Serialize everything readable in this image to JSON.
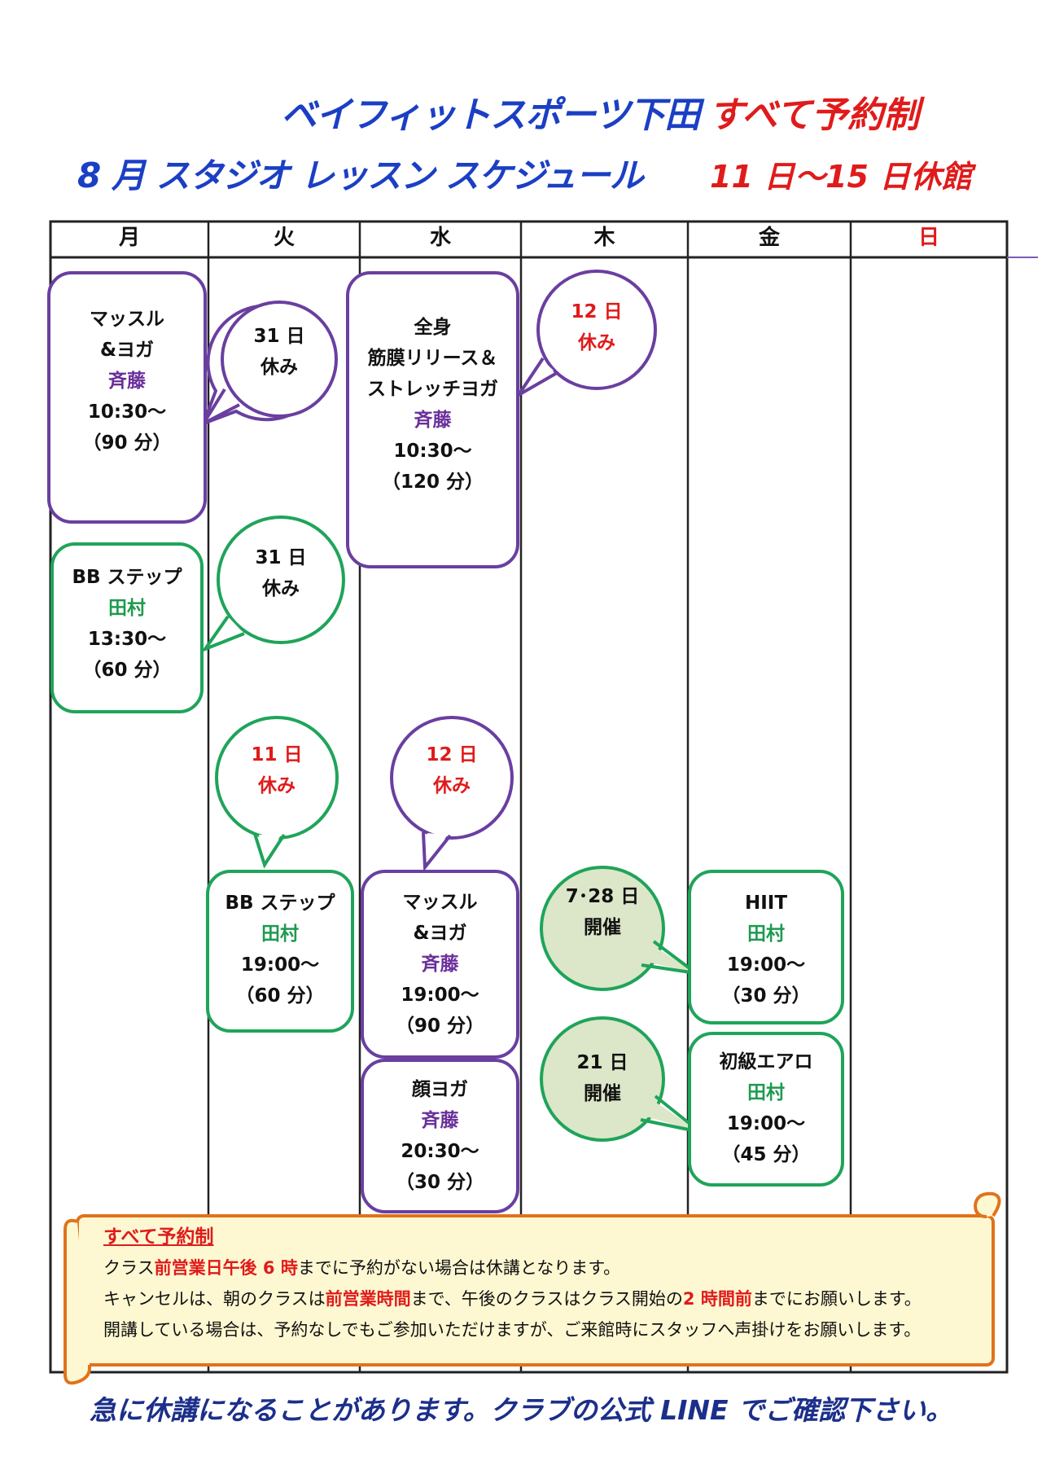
{
  "title": {
    "gym_name": "ベイフィットスポーツ下田",
    "reservation": "すべて予約制",
    "schedule": "8 月  スタジオ  レッスン  スケジュール",
    "closure": "11 日～15 日休館"
  },
  "days": [
    "月",
    "火",
    "水",
    "木",
    "金",
    "日"
  ],
  "colors": {
    "purple": "#6a3fa0",
    "green": "#1fa45a",
    "red": "#e01b1b",
    "blue": "#1b3fc4",
    "bubble_fill": "#dce6c8"
  },
  "lessons": {
    "mon_am": {
      "name1": "マッスル",
      "name2": "&ヨガ",
      "instructor": "斉藤",
      "time": "10:30～",
      "duration": "（90 分）"
    },
    "mon_pm": {
      "name": "BB ステップ",
      "instructor": "田村",
      "time": "13:30～",
      "duration": "（60 分）"
    },
    "wed_am": {
      "name1": "全身",
      "name2": "筋膜リリース＆",
      "name3": "ストレッチヨガ",
      "instructor": "斉藤",
      "time": "10:30～",
      "duration": "（120 分）"
    },
    "tue_eve": {
      "name": "BB ステップ",
      "instructor": "田村",
      "time": "19:00～",
      "duration": "（60 分）"
    },
    "wed_eve": {
      "name1": "マッスル",
      "name2": "&ヨガ",
      "instructor": "斉藤",
      "time": "19:00～",
      "duration": "（90 分）"
    },
    "wed_late": {
      "name": "顔ヨガ",
      "instructor": "斉藤",
      "time": "20:30～",
      "duration": "（30 分）"
    },
    "fri_eve": {
      "name": "HIIT",
      "instructor": "田村",
      "time": "19:00～",
      "duration": "（30 分）"
    },
    "fri_eve2": {
      "name": "初級エアロ",
      "instructor": "田村",
      "time": "19:00～",
      "duration": "（45 分）"
    }
  },
  "bubbles": {
    "b1": {
      "line1": "31 日",
      "line2": "休み"
    },
    "b2": {
      "line1": "12 日",
      "line2": "休み"
    },
    "b3": {
      "line1": "31 日",
      "line2": "休み"
    },
    "b4": {
      "line1": "11 日",
      "line2": "休み"
    },
    "b5": {
      "line1": "12 日",
      "line2": "休み"
    },
    "b6": {
      "line1": "7･28 日",
      "line2": "開催"
    },
    "b7": {
      "line1": "21 日",
      "line2": "開催"
    }
  },
  "notice": {
    "heading": "すべて予約制",
    "l1a": "クラス",
    "l1b": "前営業日午後 6 時",
    "l1c": "までに予約がない場合は休講となります。",
    "l2a": "キャンセルは、朝のクラスは",
    "l2b": "前営業時間",
    "l2c": "まで、午後のクラスはクラス開始の",
    "l2d": "2 時間前",
    "l2e": "までにお願いします。",
    "l3": "開講している場合は、予約なしでもご参加いただけますが、ご来館時にスタッフへ声掛けをお願いします。"
  },
  "footer": "急に休講になることがあります。クラブの公式 LINE でご確認下さい。"
}
